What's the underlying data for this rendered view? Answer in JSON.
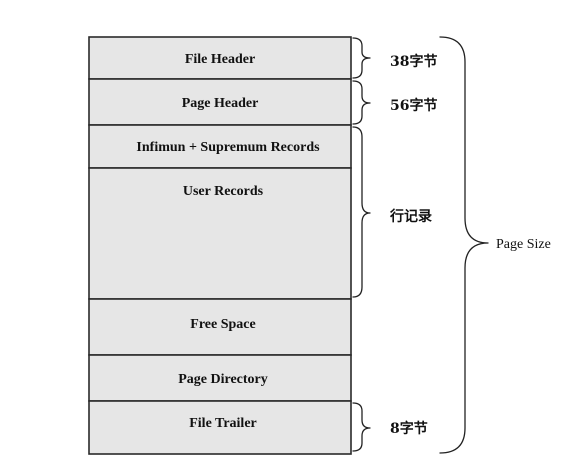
{
  "segments": [
    {
      "id": "file-header",
      "label": "File Header"
    },
    {
      "id": "page-header",
      "label": "Page Header"
    },
    {
      "id": "infimum-supremum",
      "label": "Infimun + Supremum Records"
    },
    {
      "id": "user-records",
      "label": "User Records"
    },
    {
      "id": "free-space",
      "label": "Free Space"
    },
    {
      "id": "page-directory",
      "label": "Page Directory"
    },
    {
      "id": "file-trailer",
      "label": "File Trailer"
    }
  ],
  "annotations": {
    "file_header_size": "38字节",
    "page_header_size": "56字节",
    "row_records": "行记录",
    "file_trailer_size": "8字节",
    "page_size": "Page Size"
  },
  "colors": {
    "segment_fill": "#e6e6e6",
    "border": "#2a2a2a",
    "text": "#111111"
  }
}
